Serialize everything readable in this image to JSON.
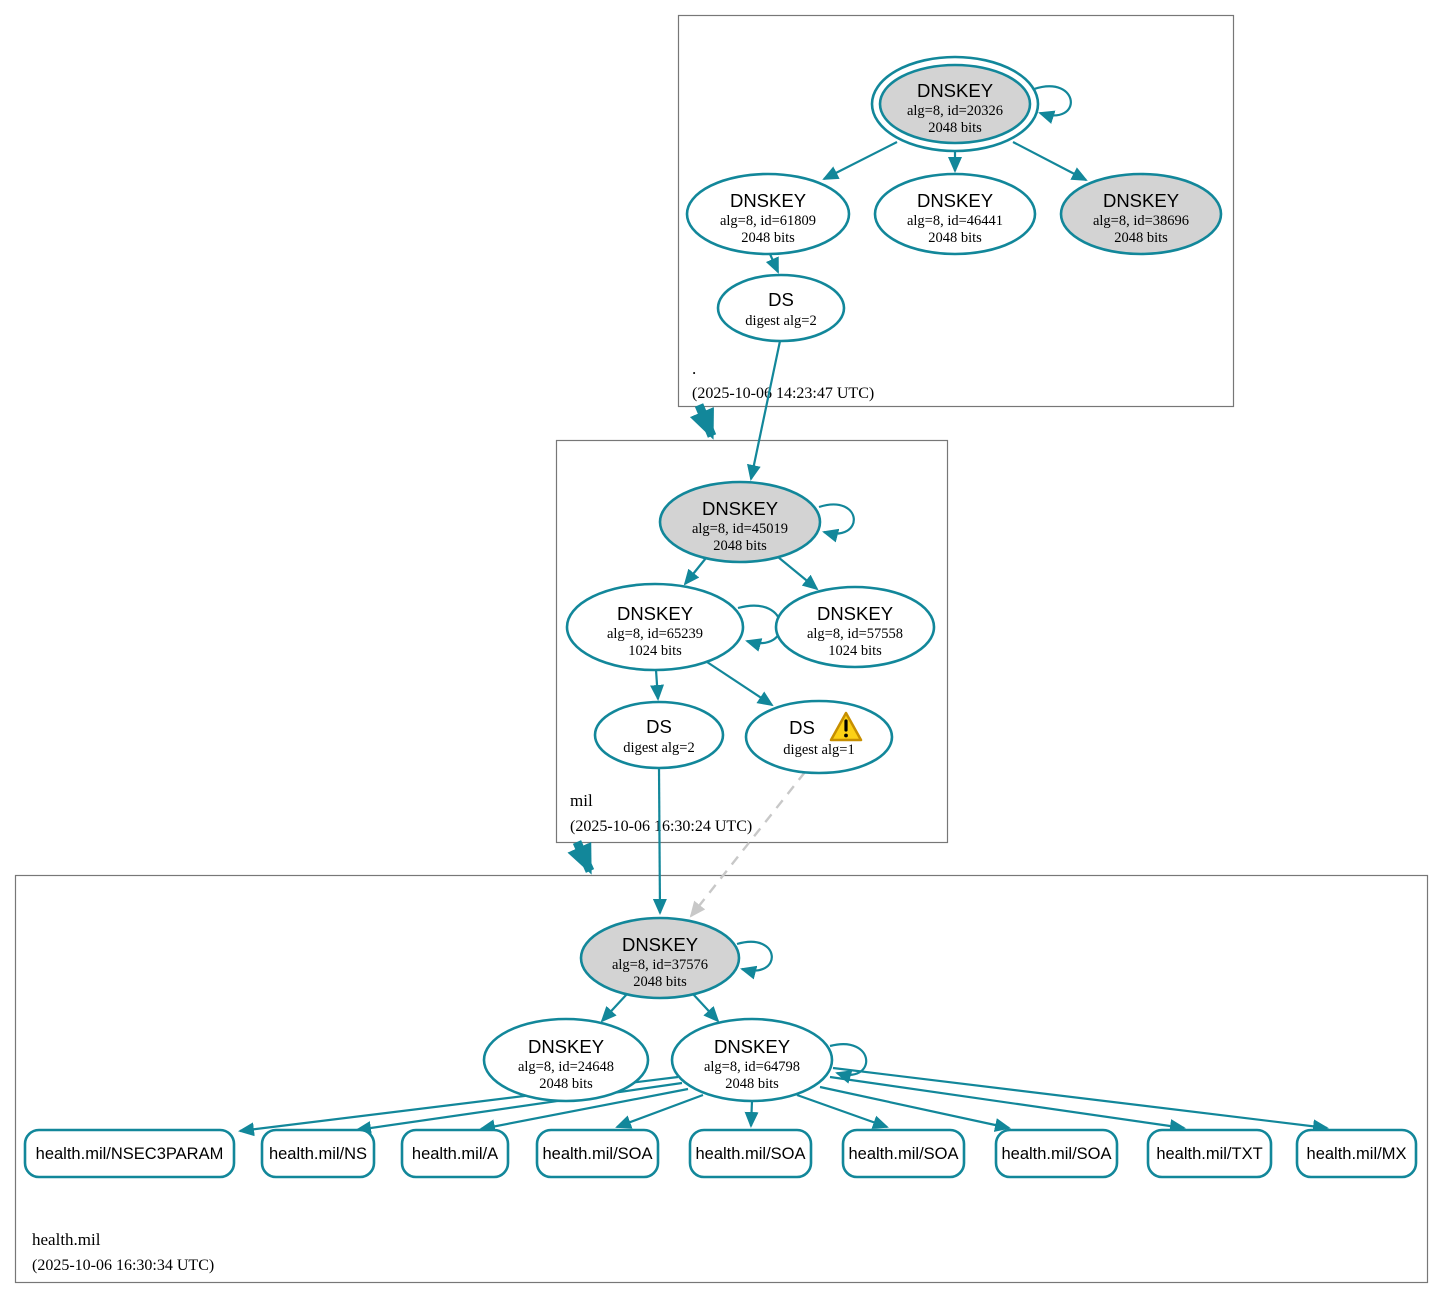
{
  "colors": {
    "edge_teal": "#12879a",
    "node_fill_white": "#ffffff",
    "node_fill_gray": "#d3d3d3",
    "insecure_edge_gray": "#c8c8c8",
    "box_border_gray": "#777777",
    "warning_fill": "#fcd116",
    "warning_border": "#c78f00"
  },
  "zones": [
    {
      "label": ".",
      "timestamp": "(2025-10-06 14:23:47 UTC)",
      "ksk": {
        "title": "DNSKEY",
        "alg": "alg=8, id=20326",
        "bits": "2048 bits"
      },
      "zsk1": {
        "title": "DNSKEY",
        "alg": "alg=8, id=61809",
        "bits": "2048 bits"
      },
      "zsk2": {
        "title": "DNSKEY",
        "alg": "alg=8, id=46441",
        "bits": "2048 bits"
      },
      "ksk2": {
        "title": "DNSKEY",
        "alg": "alg=8, id=38696",
        "bits": "2048 bits"
      },
      "ds": {
        "title": "DS",
        "digest": "digest alg=2"
      }
    },
    {
      "label": "mil",
      "timestamp": "(2025-10-06 16:30:24 UTC)",
      "ksk": {
        "title": "DNSKEY",
        "alg": "alg=8, id=45019",
        "bits": "2048 bits"
      },
      "zsk1": {
        "title": "DNSKEY",
        "alg": "alg=8, id=65239",
        "bits": "1024 bits"
      },
      "zsk2": {
        "title": "DNSKEY",
        "alg": "alg=8, id=57558",
        "bits": "1024 bits"
      },
      "ds1": {
        "title": "DS",
        "digest": "digest alg=2"
      },
      "ds2": {
        "title": "DS",
        "digest": "digest alg=1"
      }
    },
    {
      "label": "health.mil",
      "timestamp": "(2025-10-06 16:30:34 UTC)",
      "ksk": {
        "title": "DNSKEY",
        "alg": "alg=8, id=37576",
        "bits": "2048 bits"
      },
      "zsk1": {
        "title": "DNSKEY",
        "alg": "alg=8, id=24648",
        "bits": "2048 bits"
      },
      "zsk2": {
        "title": "DNSKEY",
        "alg": "alg=8, id=64798",
        "bits": "2048 bits"
      },
      "rrsets": [
        "health.mil/NSEC3PARAM",
        "health.mil/NS",
        "health.mil/A",
        "health.mil/SOA",
        "health.mil/SOA",
        "health.mil/SOA",
        "health.mil/SOA",
        "health.mil/TXT",
        "health.mil/MX"
      ]
    }
  ]
}
